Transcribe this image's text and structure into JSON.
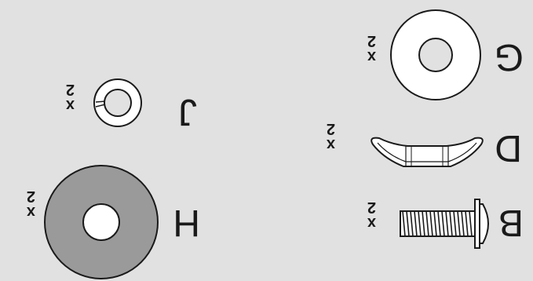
{
  "parts": [
    {
      "id": "B",
      "letter": "B",
      "quantity": "x 2",
      "name": "screw"
    },
    {
      "id": "D",
      "letter": "D",
      "quantity": "x 2",
      "name": "cap"
    },
    {
      "id": "G",
      "letter": "G",
      "quantity": "x 2",
      "name": "flat-washer"
    },
    {
      "id": "H",
      "letter": "H",
      "quantity": "x 2",
      "name": "large-washer"
    },
    {
      "id": "J",
      "letter": "J",
      "quantity": "x 2",
      "name": "split-lock-washer"
    }
  ],
  "colors": {
    "background": "#e1e1e1",
    "outline": "#1a1a1a",
    "white_part": "#ffffff",
    "gray_part": "#9a9a9a"
  }
}
